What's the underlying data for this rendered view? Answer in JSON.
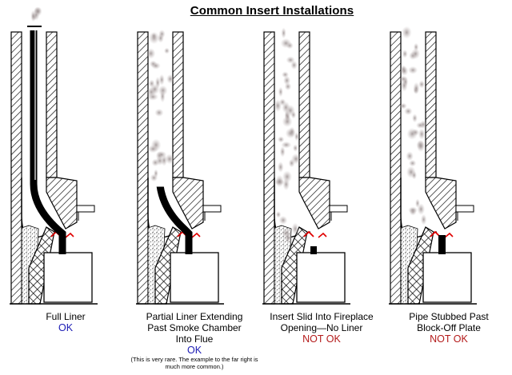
{
  "title": "Common Insert Installations",
  "panels": [
    {
      "label_lines": [
        "Full Liner"
      ],
      "status": "OK",
      "status_kind": "ok",
      "note": ""
    },
    {
      "label_lines": [
        "Partial Liner Extending",
        "Past Smoke Chamber",
        "Into Flue"
      ],
      "status": "OK",
      "status_kind": "ok",
      "note": "(This is very rare. The example to the far right is much more common.)"
    },
    {
      "label_lines": [
        "Insert Slid Into Fireplace",
        "Opening—No Liner"
      ],
      "status": "NOT OK",
      "status_kind": "bad",
      "note": ""
    },
    {
      "label_lines": [
        "Pipe Stubbed Past",
        "Block-Off Plate"
      ],
      "status": "NOT OK",
      "status_kind": "bad",
      "note": ""
    }
  ],
  "colors": {
    "ok": "#1a1ab4",
    "not_ok": "#b41a1a",
    "smoke": "#b8b0b0",
    "pipe": "#000000",
    "gasket": "#e00000"
  }
}
